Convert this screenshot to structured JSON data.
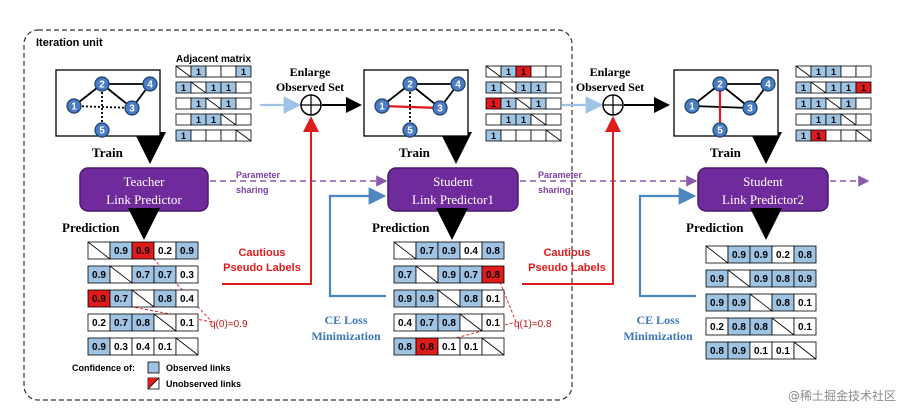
{
  "iteration_unit_label": "Iteration unit",
  "adjacent_matrix_label": "Adjacent matrix",
  "enlarge_label_1": "Enlarge",
  "enlarge_label_2": "Observed Set",
  "train_label": "Train",
  "prediction_label": "Prediction",
  "param_sharing_1": "Parameter",
  "param_sharing_2": "sharing",
  "cautious_1": "Cautious",
  "cautious_2": "Pseudo Labels",
  "ce_loss_1": "CE Loss",
  "ce_loss_2": "Minimization",
  "q0": "q(0)=0.9",
  "q1": "q(1)=0.8",
  "legend_title": "Confidence of:",
  "legend_observed": "Observed links",
  "legend_unobserved": "Unobserved links",
  "watermark": "@稀土掘金技术社区",
  "node_labels": [
    "1",
    "2",
    "3",
    "4",
    "5"
  ],
  "predictors": [
    {
      "line1": "Teacher",
      "line2": "Link Predictor"
    },
    {
      "line1": "Student",
      "line2": "Link Predictor1"
    },
    {
      "line1": "Student",
      "line2": "Link Predictor2"
    }
  ],
  "colors": {
    "blue": "#9fc3e2",
    "red": "#e01b1b",
    "purple": "#6f2a9c",
    "arrow_blue": "#4e86bf",
    "light_blue": "#9dc3e6",
    "dash_purple": "#8a5aaa",
    "node": "#4a7cc2"
  },
  "adj_matrices": [
    [
      [
        "\\",
        "1",
        "",
        "",
        "1"
      ],
      [
        "1",
        "\\",
        "1",
        "1",
        ""
      ],
      [
        "",
        "1",
        "\\",
        "1",
        ""
      ],
      [
        "",
        "1",
        "1",
        "\\",
        ""
      ],
      [
        "1",
        "",
        "",
        "",
        "\\"
      ]
    ],
    [
      [
        "\\",
        "1",
        "1",
        "",
        ""
      ],
      [
        "1",
        "\\",
        "1",
        "1",
        ""
      ],
      [
        "1",
        "1",
        "\\",
        "1",
        ""
      ],
      [
        "",
        "1",
        "1",
        "\\",
        ""
      ],
      [
        "1",
        "",
        "",
        "",
        "\\"
      ]
    ],
    [
      [
        "\\",
        "1",
        "1",
        "",
        ""
      ],
      [
        "1",
        "\\",
        "1",
        "1",
        "1"
      ],
      [
        "1",
        "1",
        "\\",
        "1",
        ""
      ],
      [
        "",
        "1",
        "1",
        "\\",
        ""
      ],
      [
        "1",
        "1",
        "",
        "",
        "\\"
      ]
    ]
  ],
  "adj_highlights": [
    [],
    [
      [
        0,
        2
      ],
      [
        2,
        0
      ]
    ],
    [
      [
        1,
        4
      ],
      [
        4,
        1
      ]
    ]
  ],
  "pred_matrices": [
    [
      [
        "\\",
        "0.9",
        "0.9",
        "0.2",
        "0.9"
      ],
      [
        "0.9",
        "\\",
        "0.7",
        "0.7",
        "0.3"
      ],
      [
        "0.9",
        "0.7",
        "\\",
        "0.8",
        "0.4"
      ],
      [
        "0.2",
        "0.7",
        "0.8",
        "\\",
        "0.1"
      ],
      [
        "0.9",
        "0.3",
        "0.4",
        "0.1",
        "\\"
      ]
    ],
    [
      [
        "\\",
        "0.7",
        "0.9",
        "0.4",
        "0.8"
      ],
      [
        "0.7",
        "\\",
        "0.9",
        "0.7",
        "0.8"
      ],
      [
        "0.9",
        "0.9",
        "\\",
        "0.8",
        "0.1"
      ],
      [
        "0.4",
        "0.7",
        "0.8",
        "\\",
        "0.1"
      ],
      [
        "0.8",
        "0.8",
        "0.1",
        "0.1",
        "\\"
      ]
    ],
    [
      [
        "\\",
        "0.9",
        "0.9",
        "0.2",
        "0.8"
      ],
      [
        "0.9",
        "\\",
        "0.9",
        "0.8",
        "0.9"
      ],
      [
        "0.9",
        "0.9",
        "\\",
        "0.8",
        "0.1"
      ],
      [
        "0.2",
        "0.8",
        "0.8",
        "\\",
        "0.1"
      ],
      [
        "0.8",
        "0.9",
        "0.1",
        "0.1",
        "\\"
      ]
    ]
  ],
  "pred_blue": [
    [
      [
        0,
        1
      ],
      [
        1,
        0
      ],
      [
        1,
        2
      ],
      [
        2,
        1
      ],
      [
        2,
        3
      ],
      [
        3,
        2
      ],
      [
        3,
        1
      ],
      [
        1,
        3
      ],
      [
        0,
        4
      ],
      [
        4,
        0
      ]
    ],
    [
      [
        0,
        1
      ],
      [
        1,
        0
      ],
      [
        1,
        2
      ],
      [
        2,
        1
      ],
      [
        2,
        3
      ],
      [
        3,
        2
      ],
      [
        3,
        1
      ],
      [
        1,
        3
      ],
      [
        0,
        2
      ],
      [
        2,
        0
      ],
      [
        0,
        4
      ],
      [
        4,
        0
      ]
    ],
    [
      [
        0,
        1
      ],
      [
        1,
        0
      ],
      [
        1,
        2
      ],
      [
        2,
        1
      ],
      [
        2,
        3
      ],
      [
        3,
        2
      ],
      [
        3,
        1
      ],
      [
        1,
        3
      ],
      [
        0,
        2
      ],
      [
        2,
        0
      ],
      [
        0,
        4
      ],
      [
        4,
        0
      ],
      [
        1,
        4
      ],
      [
        4,
        1
      ]
    ]
  ],
  "pred_red": [
    [
      [
        0,
        2
      ],
      [
        2,
        0
      ]
    ],
    [
      [
        1,
        4
      ],
      [
        4,
        1
      ]
    ],
    []
  ]
}
